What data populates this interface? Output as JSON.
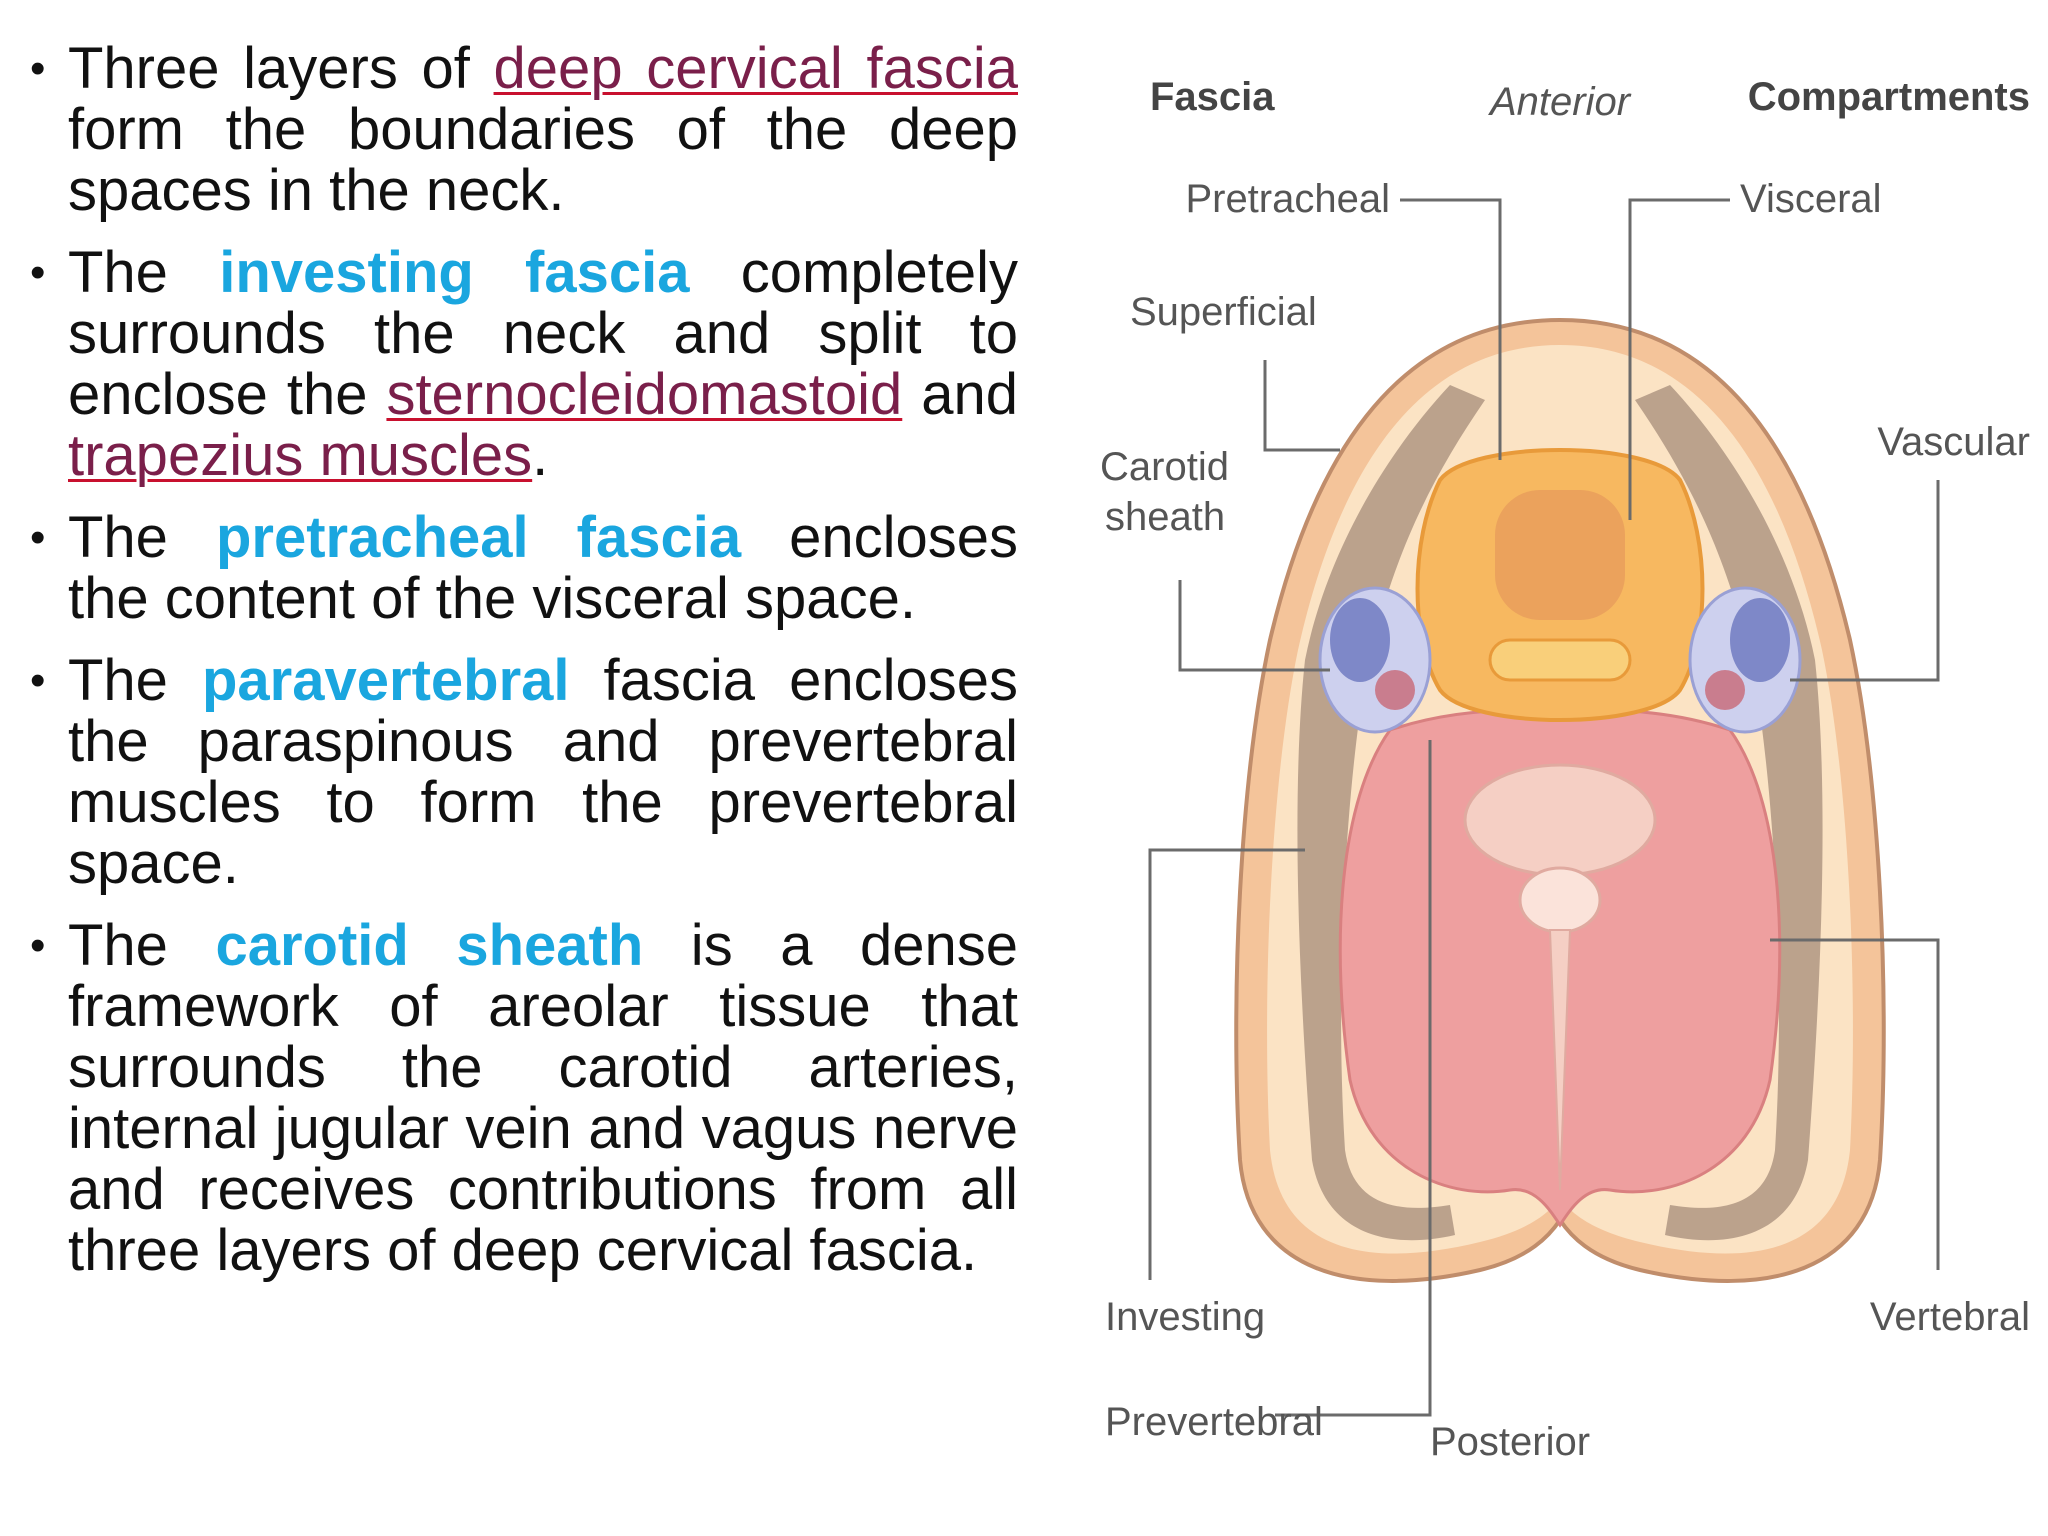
{
  "bullets": [
    {
      "parts": [
        {
          "text": "Three layers of ",
          "style": "plain"
        },
        {
          "text": "deep cervical fascia",
          "style": "link"
        },
        {
          "text": " form the boundaries of the deep spaces in the neck.",
          "style": "plain"
        }
      ]
    },
    {
      "parts": [
        {
          "text": "The ",
          "style": "plain"
        },
        {
          "text": "investing fascia",
          "style": "keyword"
        },
        {
          "text": " completely surrounds the neck and split to enclose the ",
          "style": "plain"
        },
        {
          "text": "sternocleidomastoid",
          "style": "link"
        },
        {
          "text": " and ",
          "style": "plain"
        },
        {
          "text": "trapezius muscles",
          "style": "link"
        },
        {
          "text": ".",
          "style": "plain"
        }
      ]
    },
    {
      "parts": [
        {
          "text": "The ",
          "style": "plain"
        },
        {
          "text": "pretracheal fascia",
          "style": "keyword"
        },
        {
          "text": " encloses the content of the visceral space.",
          "style": "plain"
        }
      ]
    },
    {
      "parts": [
        {
          "text": "The ",
          "style": "plain"
        },
        {
          "text": "paravertebral",
          "style": "keyword"
        },
        {
          "text": " fascia encloses the paraspinous and prevertebral muscles to form the prevertebral space.",
          "style": "plain"
        }
      ]
    },
    {
      "parts": [
        {
          "text": "The ",
          "style": "plain"
        },
        {
          "text": "carotid sheath",
          "style": "keyword"
        },
        {
          "text": " is a dense framework of areolar tissue that surrounds the carotid arteries, internal jugular vein and vagus nerve and receives contributions from all three layers of deep cervical fascia.",
          "style": "plain"
        }
      ]
    }
  ],
  "diagram": {
    "header_left": "Fascia",
    "header_center": "Anterior",
    "header_right": "Compartments",
    "footer_center": "Posterior",
    "left_labels": {
      "pretracheal": "Pretracheal",
      "superficial": "Superficial",
      "carotid_sheath_line1": "Carotid",
      "carotid_sheath_line2": "sheath",
      "investing": "Investing",
      "prevertebral": "Prevertebral"
    },
    "right_labels": {
      "visceral": "Visceral",
      "vascular": "Vascular",
      "vertebral": "Vertebral"
    },
    "colors": {
      "skin": "#f4c49a",
      "fat": "#fbe3c4",
      "muscle_band": "#b49a86",
      "visceral": "#f7b860",
      "vessel_vein": "#7e88c8",
      "vessel_artery": "#c97d8e",
      "vertebral_muscle": "#ee9f9f",
      "spine": "#f5cfc4"
    }
  }
}
